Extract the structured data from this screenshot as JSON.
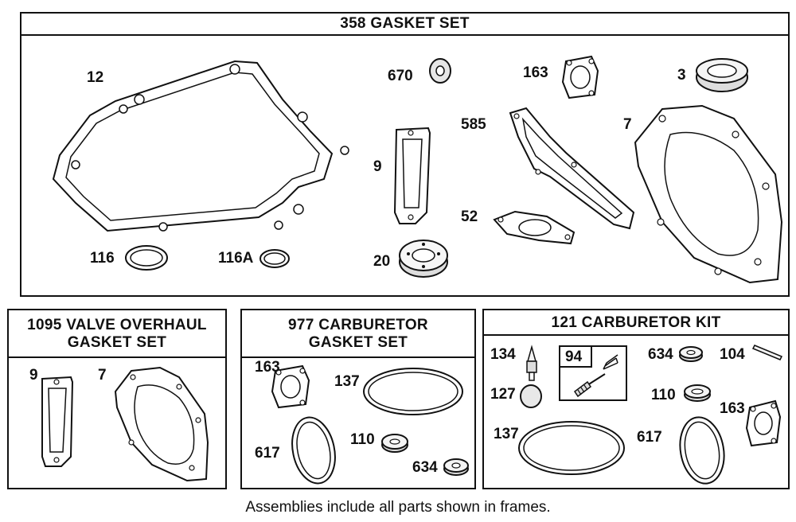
{
  "frames": {
    "gasket_set": {
      "title": "358 GASKET SET",
      "labels": {
        "p12": "12",
        "p670": "670",
        "p163": "163",
        "p3": "3",
        "p585": "585",
        "p7": "7",
        "p9": "9",
        "p52": "52",
        "p116": "116",
        "p116a": "116A",
        "p20": "20"
      }
    },
    "valve_overhaul": {
      "title_line1": "1095 VALVE OVERHAUL",
      "title_line2": "GASKET SET",
      "labels": {
        "p9": "9",
        "p7": "7"
      }
    },
    "carb_gasket": {
      "title_line1": "977 CARBURETOR",
      "title_line2": "GASKET SET",
      "labels": {
        "p163": "163",
        "p137": "137",
        "p617": "617",
        "p110": "110",
        "p634": "634"
      }
    },
    "carb_kit": {
      "title": "121 CARBURETOR KIT",
      "labels": {
        "p134": "134",
        "p94": "94",
        "p634": "634",
        "p104": "104",
        "p127": "127",
        "p110": "110",
        "p163": "163",
        "p137": "137",
        "p617": "617"
      }
    }
  },
  "footnote": "Assemblies include all parts shown in frames."
}
